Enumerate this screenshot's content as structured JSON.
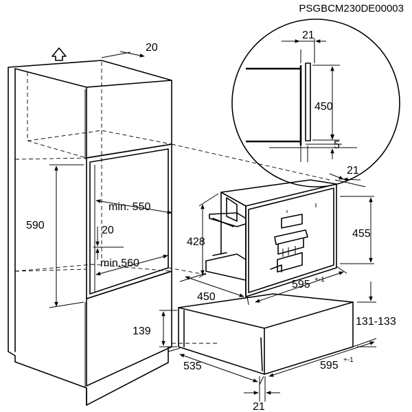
{
  "drawing_code": "PSGBCM230DE00003",
  "dimensions": {
    "cab_top_depth": "20",
    "niche_height": "590",
    "niche_min_depth": "min. 550",
    "niche_gap": "20",
    "niche_min_width": "min.560",
    "drawer_height": "139",
    "drawer_depth": "535",
    "drawer_width": "595",
    "drawer_width_tol": "+-1",
    "drawer_bottom_gap": "21",
    "drawer_total_height": "131-133",
    "machine_height": "455",
    "machine_depth_height": "428",
    "machine_depth": "450",
    "machine_width": "595",
    "machine_width_tol": "+-1",
    "machine_side_gap": "21",
    "detail_gap": "21",
    "detail_height": "450",
    "detail_bottom": "5"
  }
}
